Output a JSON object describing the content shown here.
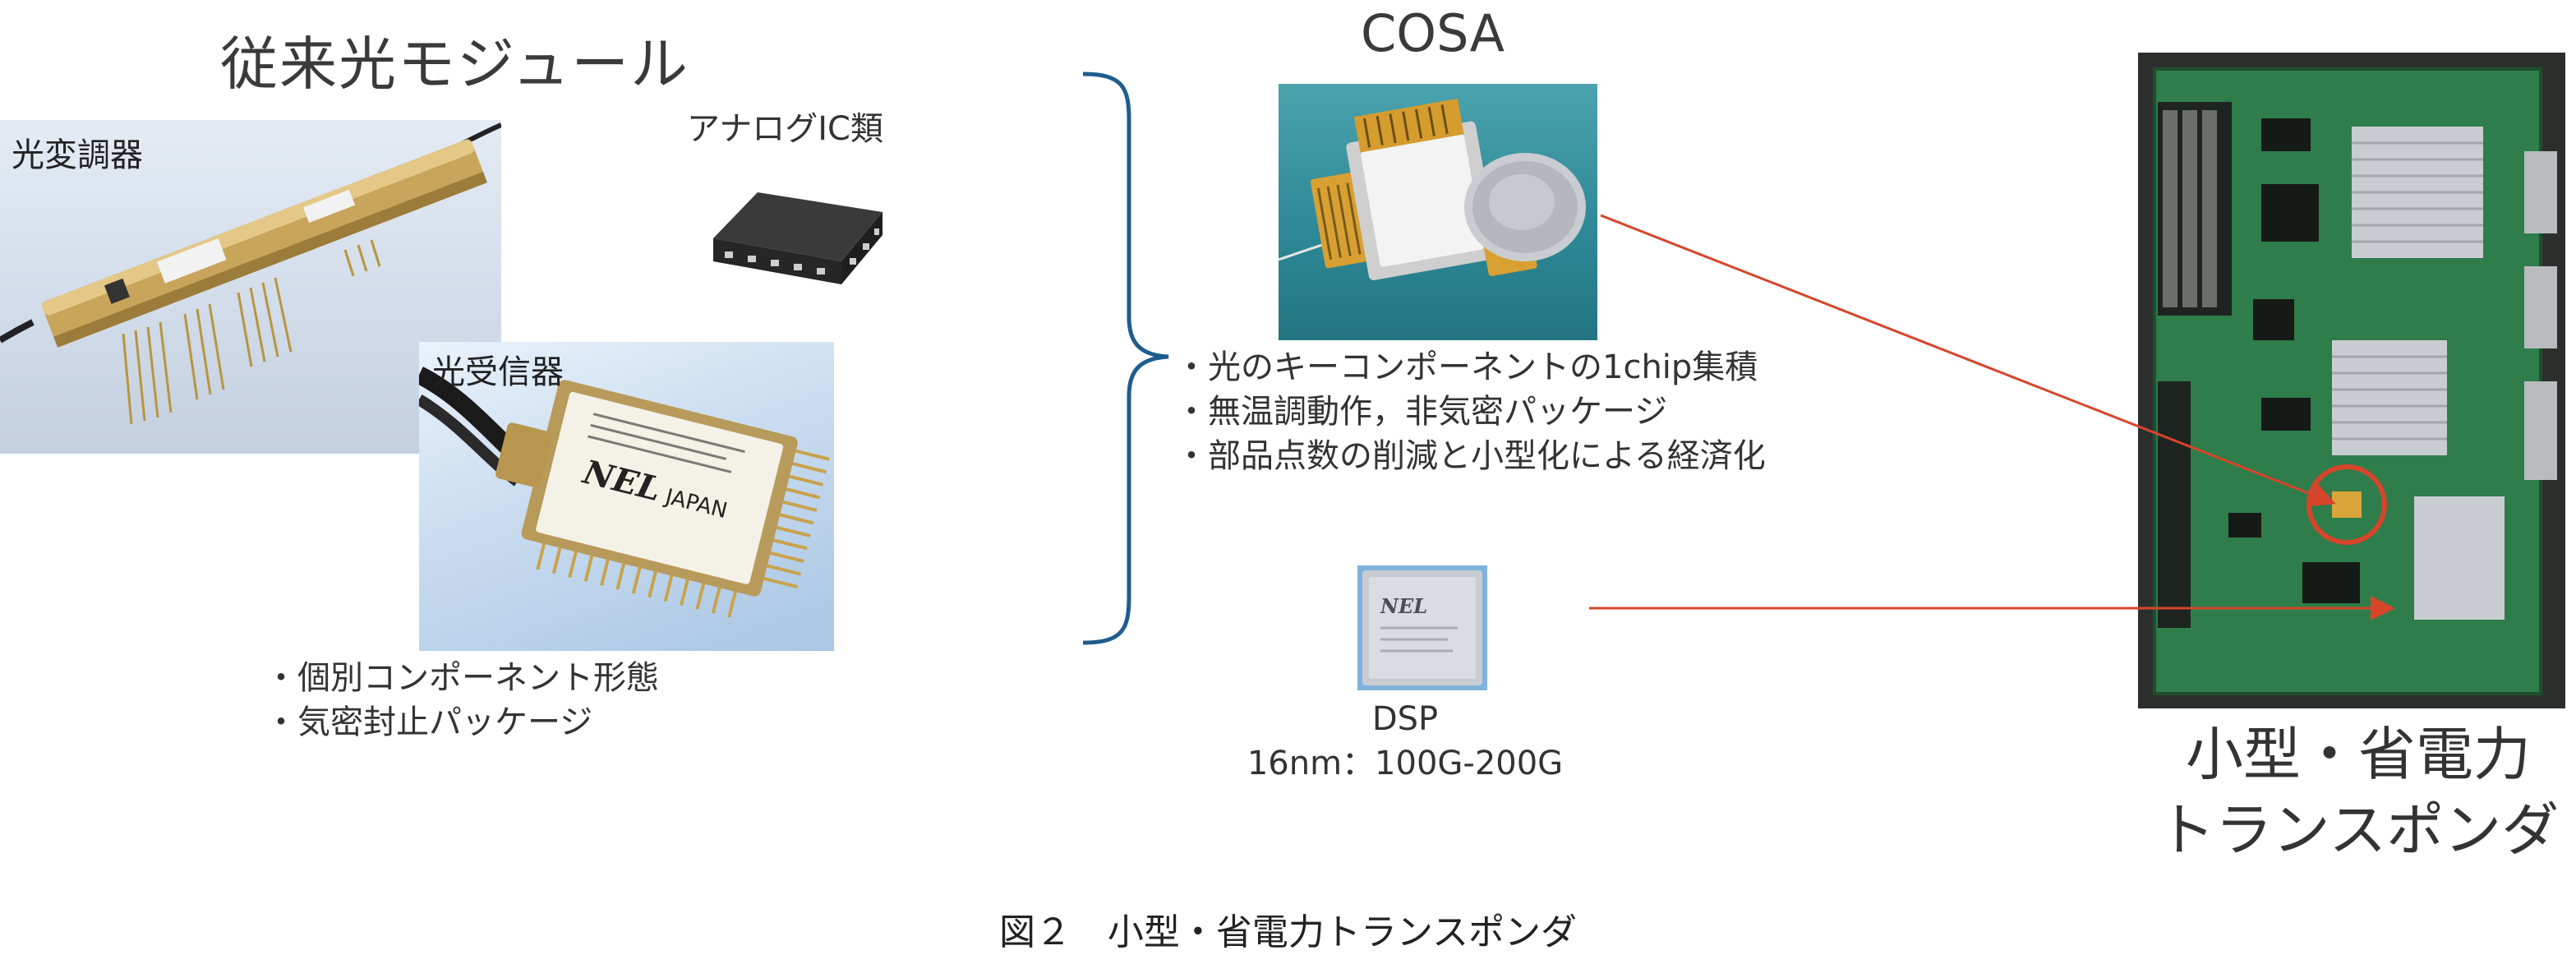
{
  "heading": {
    "legacy_title": "従来光モジュール",
    "cosa_title": "COSA"
  },
  "labels": {
    "analog_ic": "アナログIC類",
    "modulator": "光変調器",
    "receiver": "光受信器",
    "receiver_module_brand": "NEL",
    "receiver_module_country": "JAPAN",
    "dsp_chip_brand": "NEL"
  },
  "legacy_bullets": [
    "個別コンポーネント形態",
    "気密封止パッケージ"
  ],
  "cosa_bullets": [
    "光のキーコンポーネントの1chip集積",
    "無温調動作，非気密パッケージ",
    "部品点数の削減と小型化による経済化"
  ],
  "dsp": {
    "name": "DSP",
    "spec": "16nm：100G-200G"
  },
  "transponder_caption": {
    "line1": "小型・省電力",
    "line2": "トランスポンダ"
  },
  "figure_caption": "図２　小型・省電力トランスポンダ",
  "colors": {
    "arrow": "#d6452b",
    "brace": "#1f5d8f",
    "highlight_circle": "#d6452b",
    "text": "#333333"
  }
}
